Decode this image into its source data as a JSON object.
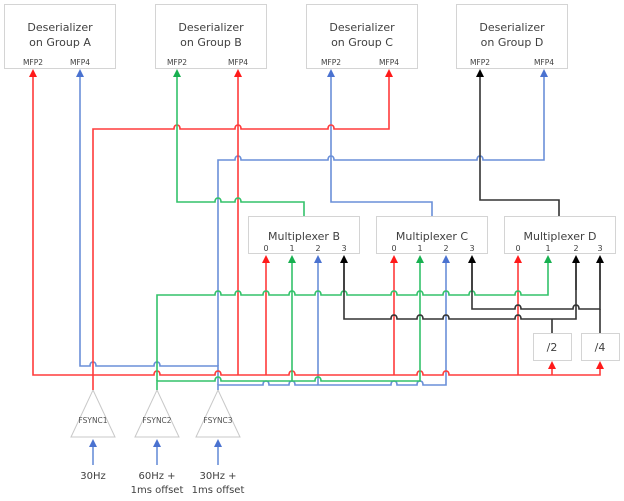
{
  "colors": {
    "red": "#ff3b3b",
    "blue": "#6a8fd8",
    "green": "#33c26a",
    "black": "#333333"
  },
  "deserializers": [
    {
      "line1": "Deserializer",
      "line2": "on Group A",
      "pin_left": "MFP2",
      "pin_right": "MFP4"
    },
    {
      "line1": "Deserializer",
      "line2": "on Group B",
      "pin_left": "MFP2",
      "pin_right": "MFP4"
    },
    {
      "line1": "Deserializer",
      "line2": "on Group C",
      "pin_left": "MFP2",
      "pin_right": "MFP4"
    },
    {
      "line1": "Deserializer",
      "line2": "on Group D",
      "pin_left": "MFP2",
      "pin_right": "MFP4"
    }
  ],
  "multiplexers": [
    {
      "label": "Multiplexer B",
      "inputs": [
        "0",
        "1",
        "2",
        "3"
      ]
    },
    {
      "label": "Multiplexer C",
      "inputs": [
        "0",
        "1",
        "2",
        "3"
      ]
    },
    {
      "label": "Multiplexer D",
      "inputs": [
        "0",
        "1",
        "2",
        "3"
      ]
    }
  ],
  "dividers": [
    "/2",
    "/4"
  ],
  "fsyncs": [
    {
      "name": "FSYNC1",
      "input_line1": "30Hz",
      "input_line2": ""
    },
    {
      "name": "FSYNC2",
      "input_line1": "60Hz +",
      "input_line2": "1ms offset"
    },
    {
      "name": "FSYNC3",
      "input_line1": "30Hz +",
      "input_line2": "1ms offset"
    }
  ]
}
